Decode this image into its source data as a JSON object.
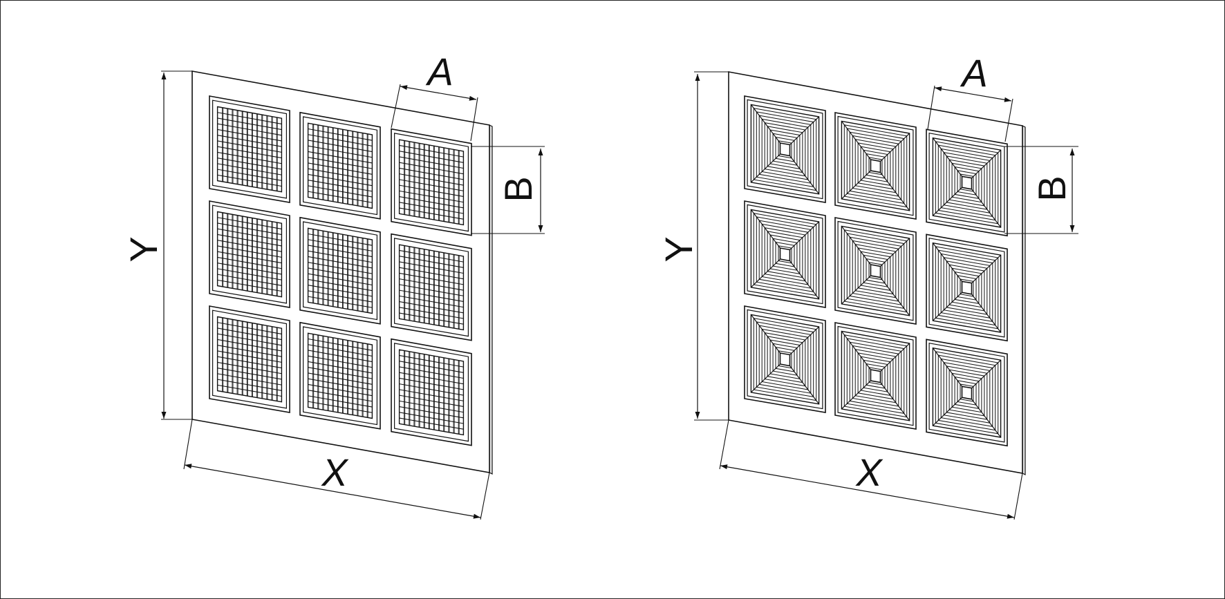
{
  "drawings": [
    {
      "id": "grille-panel-mesh",
      "infill": "mesh",
      "labels": {
        "width": "X",
        "height": "Y",
        "cell_width": "A",
        "cell_height": "B"
      }
    },
    {
      "id": "grille-panel-diffuser",
      "infill": "diffuser",
      "labels": {
        "width": "X",
        "height": "Y",
        "cell_width": "A",
        "cell_height": "B"
      }
    }
  ],
  "grid": {
    "rows": 3,
    "cols": 3
  },
  "colors": {
    "line": "#111111",
    "panel": "#ffffff",
    "background": "#ffffff"
  }
}
